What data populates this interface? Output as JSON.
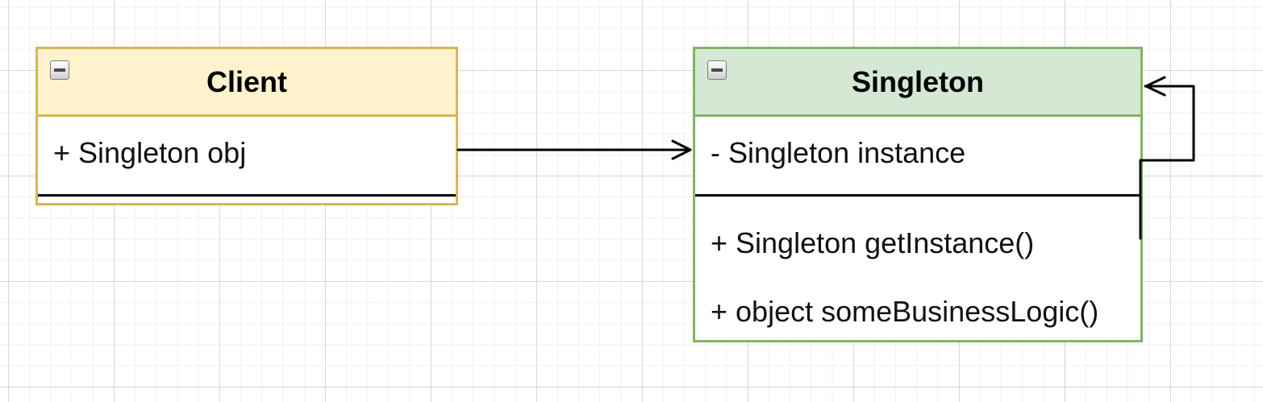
{
  "colors": {
    "client_fill": "#fff2cc",
    "client_stroke": "#d6b656",
    "singleton_fill": "#d5e8d4",
    "singleton_stroke": "#82b366",
    "connector": "#000000"
  },
  "classes": {
    "client": {
      "name": "Client",
      "attributes": [
        "+ Singleton obj"
      ],
      "methods": []
    },
    "singleton": {
      "name": "Singleton",
      "attributes": [
        "- Singleton instance"
      ],
      "methods": [
        "+ Singleton getInstance()",
        "+ object someBusinessLogic()"
      ]
    }
  },
  "relations": [
    {
      "from": "client",
      "to": "singleton",
      "type": "association"
    },
    {
      "from": "singleton",
      "to": "singleton",
      "type": "self-association"
    }
  ]
}
